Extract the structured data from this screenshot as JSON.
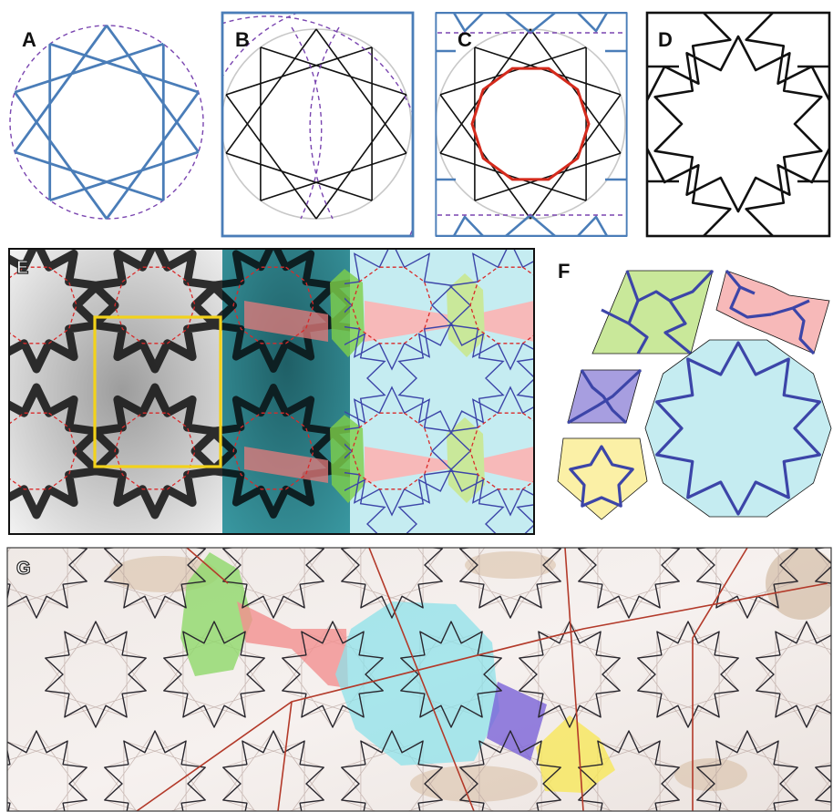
{
  "panels": {
    "a": {
      "label": "A"
    },
    "b": {
      "label": "B"
    },
    "c": {
      "label": "C"
    },
    "d": {
      "label": "D"
    },
    "e": {
      "label": "E"
    },
    "f": {
      "label": "F"
    },
    "g": {
      "label": "G"
    }
  },
  "colors": {
    "construction_blue": "#4a7db8",
    "pattern_black": "#111111",
    "guide_purple": "#7a45b0",
    "guide_gray": "#c8c8c8",
    "octagon_red": "#d42a1c",
    "tile_line": "#3c45a8",
    "tile_green": "#c9e89a",
    "tile_pink": "#f7b9b9",
    "tile_cyan": "#c5ecf1",
    "tile_purple": "#a79ee0",
    "tile_yellow": "#fbf0a6",
    "highlight_yellow": "#f2d21a",
    "dashed_red": "#d92a2a"
  },
  "tiles": [
    "decagon",
    "hexagon-elongated",
    "bowtie",
    "rhombus",
    "pentagon"
  ]
}
